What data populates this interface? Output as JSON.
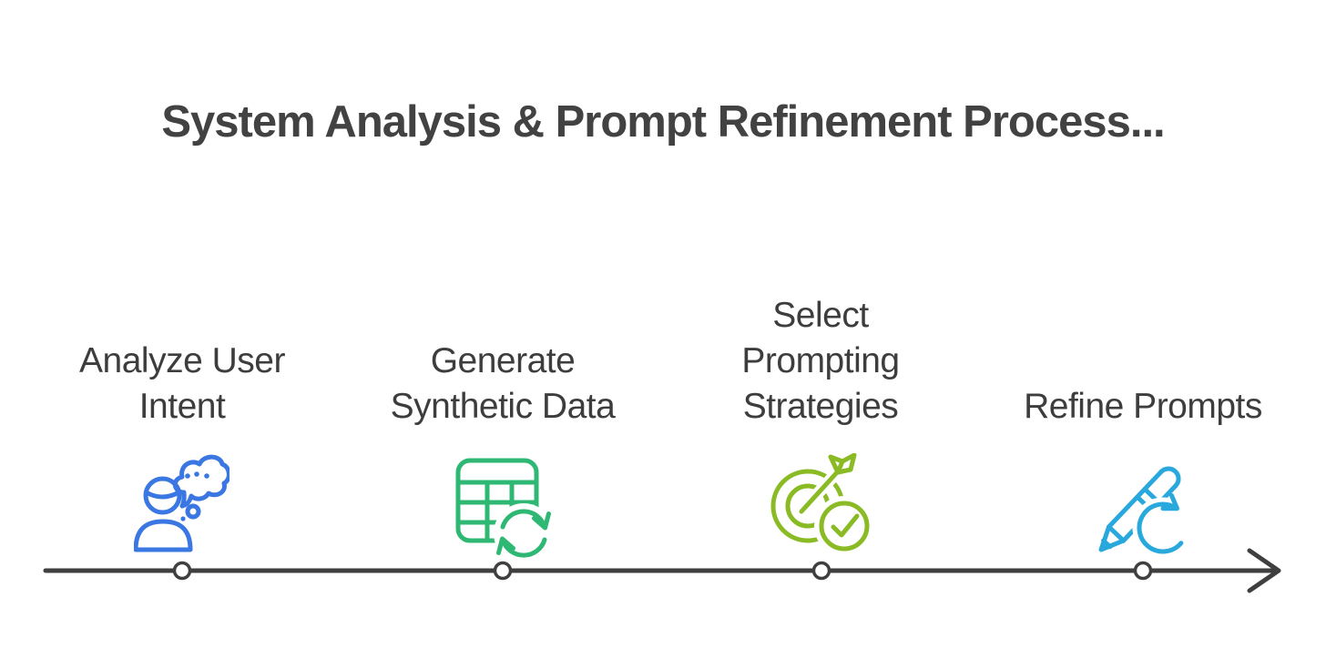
{
  "title": "System Analysis & Prompt Refinement Process...",
  "steps": [
    {
      "label": "Analyze User\nIntent",
      "icon": "person-thinking-icon",
      "color": "#3b77e3"
    },
    {
      "label": "Generate\nSynthetic Data",
      "icon": "table-sync-icon",
      "color": "#2eb873"
    },
    {
      "label": "Select\nPrompting\nStrategies",
      "icon": "target-check-icon",
      "color": "#8abb24"
    },
    {
      "label": "Refine Prompts",
      "icon": "pencil-refresh-icon",
      "color": "#28a8dc"
    }
  ],
  "timeline": {
    "direction": "left-to-right",
    "node_count": 4,
    "line_color": "#3f3f3f",
    "node_fill": "#ffffff"
  },
  "colors": {
    "background": "#ffffff",
    "title_text": "#424242",
    "label_text": "#3d3d3d"
  }
}
